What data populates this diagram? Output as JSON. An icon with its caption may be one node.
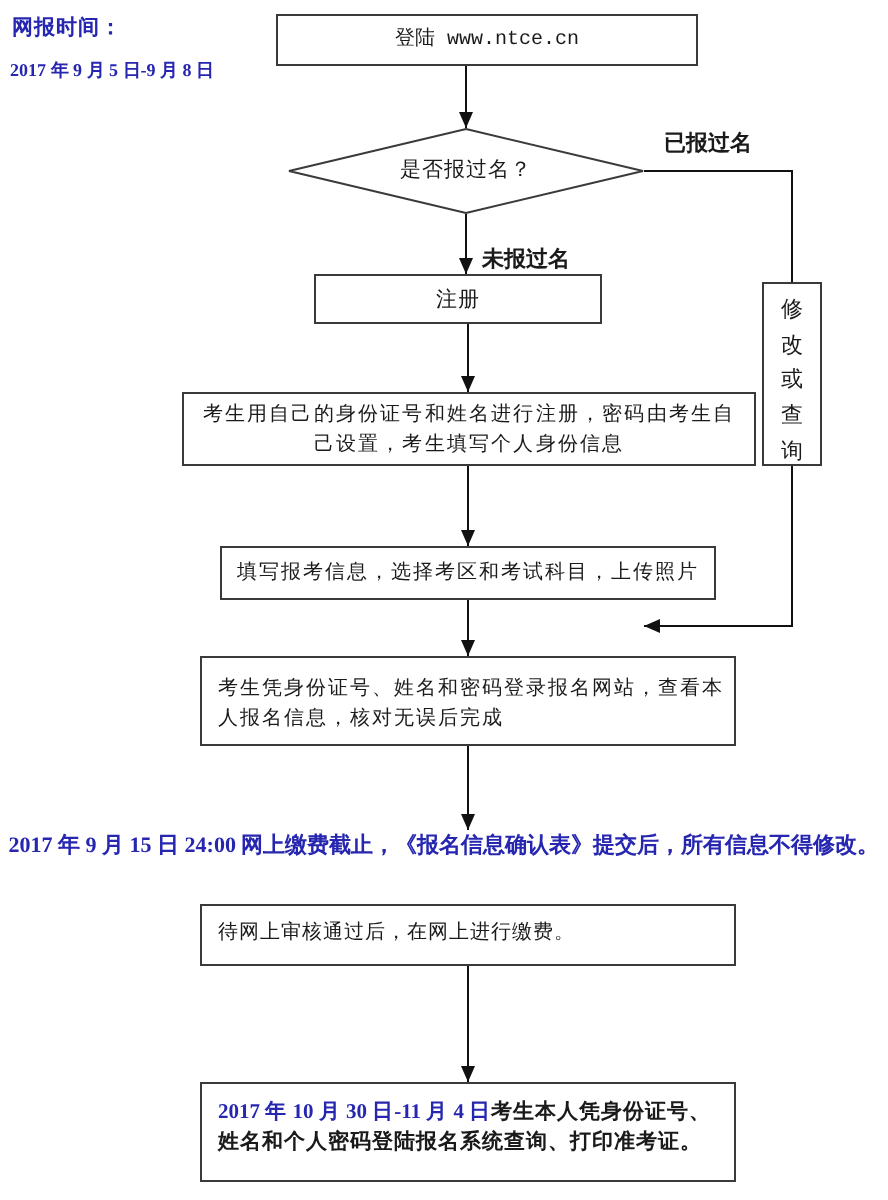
{
  "diagram": {
    "nodes": [
      {
        "text": [
          "登陆 www.ntce.cn"
        ]
      },
      {
        "text": [
          "是否报过名？"
        ]
      },
      {
        "text": [
          "注册"
        ]
      },
      {
        "text": [
          "修改或查询"
        ]
      },
      {
        "text": [
          "考生用自己的身份证号和姓名进行注册，密码由考生自己设置，考生填写个人身份信息"
        ]
      },
      {
        "text": [
          "填写报考信息，选择考区和考试科目，上传照片"
        ]
      },
      {
        "text": [
          "考生凭身份证号、姓名和密码登录报名网站，查看本人报名信息，核对无误后完成"
        ]
      },
      {
        "text": [
          "2017 年 9 月 15 日 24:00 网上缴费截止，《报名信息确认表》提交后，所有信息不得修改。"
        ]
      },
      {
        "text": [
          "待网上审核通过后，在网上进行缴费。"
        ]
      },
      {
        "text": [
          "2017 年 10 月 30 日-11 月 4 日",
          "考生本人凭身份证号、姓名和个人密码登陆报名系统查询、打印准考证。"
        ]
      }
    ],
    "edges": [
      {
        "from": 0,
        "to": 1,
        "arrow": "to"
      },
      {
        "from": 1,
        "to": 2,
        "arrow": "to",
        "label": "未报过名"
      },
      {
        "from": 1,
        "to": 3,
        "arrow": "none",
        "label": "已报过名"
      },
      {
        "from": 2,
        "to": 4,
        "arrow": "to"
      },
      {
        "from": 4,
        "to": 5,
        "arrow": "to"
      },
      {
        "from": 3,
        "to": 5,
        "arrow": "to"
      },
      {
        "from": 5,
        "to": 6,
        "arrow": "to"
      },
      {
        "from": 6,
        "to": 7,
        "arrow": "to"
      },
      {
        "from": 8,
        "to": 9,
        "arrow": "to"
      }
    ],
    "labels": [
      "网报时间：",
      "2017 年 9 月 5 日-9 月 8 日"
    ]
  }
}
